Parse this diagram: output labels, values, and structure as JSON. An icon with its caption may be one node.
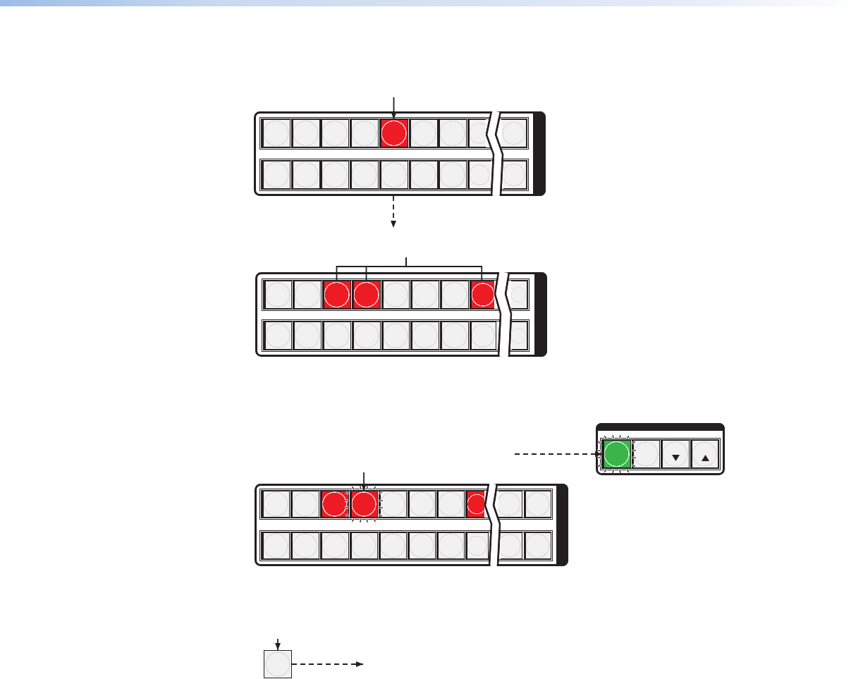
{
  "diagram": {
    "nodes": [
      {
        "text": [],
        "shape": "panel"
      },
      {
        "text": [],
        "shape": "button",
        "in": 0
      },
      {
        "text": [],
        "shape": "button",
        "in": 0
      },
      {
        "text": [],
        "shape": "button",
        "in": 0
      },
      {
        "text": [],
        "shape": "button",
        "in": 0
      },
      {
        "text": [],
        "shape": "button",
        "in": 0
      },
      {
        "text": [],
        "shape": "button",
        "in": 0
      },
      {
        "text": [],
        "shape": "button",
        "in": 0
      },
      {
        "text": [],
        "shape": "button",
        "in": 0
      },
      {
        "text": [],
        "shape": "button",
        "in": 0
      },
      {
        "text": [],
        "shape": "button",
        "in": 0
      },
      {
        "text": [],
        "shape": "button",
        "in": 0
      },
      {
        "text": [],
        "shape": "button",
        "in": 0
      },
      {
        "text": [],
        "shape": "button",
        "in": 0
      },
      {
        "text": [],
        "shape": "button",
        "in": 0
      },
      {
        "text": [],
        "shape": "button",
        "in": 0
      },
      {
        "text": [],
        "shape": "button",
        "in": 0
      },
      {
        "text": [],
        "shape": "button",
        "in": 0
      },
      {
        "text": [],
        "shape": "button",
        "in": 0
      },
      {
        "text": [],
        "shape": "panel"
      },
      {
        "text": [],
        "shape": "button",
        "in": 19
      },
      {
        "text": [],
        "shape": "button",
        "in": 19
      },
      {
        "text": [],
        "shape": "button",
        "in": 19
      },
      {
        "text": [],
        "shape": "button",
        "in": 19
      },
      {
        "text": [],
        "shape": "button",
        "in": 19
      },
      {
        "text": [],
        "shape": "button",
        "in": 19
      },
      {
        "text": [],
        "shape": "button",
        "in": 19
      },
      {
        "text": [],
        "shape": "button",
        "in": 19
      },
      {
        "text": [],
        "shape": "button",
        "in": 19
      },
      {
        "text": [],
        "shape": "button",
        "in": 19
      },
      {
        "text": [],
        "shape": "button",
        "in": 19
      },
      {
        "text": [],
        "shape": "button",
        "in": 19
      },
      {
        "text": [],
        "shape": "button",
        "in": 19
      },
      {
        "text": [],
        "shape": "button",
        "in": 19
      },
      {
        "text": [],
        "shape": "button",
        "in": 19
      },
      {
        "text": [],
        "shape": "button",
        "in": 19
      },
      {
        "text": [],
        "shape": "button",
        "in": 19
      },
      {
        "text": [],
        "shape": "button",
        "in": 19
      },
      {
        "text": [],
        "shape": "panel"
      },
      {
        "text": [],
        "shape": "button",
        "in": 38
      },
      {
        "text": [],
        "shape": "button",
        "in": 38
      },
      {
        "text": [],
        "shape": "button",
        "in": 38
      },
      {
        "text": [],
        "shape": "button",
        "in": 38
      },
      {
        "text": [],
        "shape": "panel"
      },
      {
        "text": [],
        "shape": "button",
        "in": 43
      },
      {
        "text": [],
        "shape": "button",
        "in": 43
      },
      {
        "text": [],
        "shape": "button",
        "in": 43
      },
      {
        "text": [],
        "shape": "button",
        "in": 43
      },
      {
        "text": [],
        "shape": "button",
        "in": 43
      },
      {
        "text": [],
        "shape": "button",
        "in": 43
      },
      {
        "text": [],
        "shape": "button",
        "in": 43
      },
      {
        "text": [],
        "shape": "button",
        "in": 43
      },
      {
        "text": [],
        "shape": "button",
        "in": 43
      },
      {
        "text": [],
        "shape": "button",
        "in": 43
      },
      {
        "text": [],
        "shape": "button",
        "in": 43
      },
      {
        "text": [],
        "shape": "button",
        "in": 43
      },
      {
        "text": [],
        "shape": "button",
        "in": 43
      },
      {
        "text": [],
        "shape": "button",
        "in": 43
      },
      {
        "text": [],
        "shape": "button",
        "in": 43
      },
      {
        "text": [],
        "shape": "button",
        "in": 43
      },
      {
        "text": [],
        "shape": "button",
        "in": 43
      },
      {
        "text": [],
        "shape": "button",
        "in": 43
      },
      {
        "text": [],
        "shape": "button",
        "in": 43
      },
      {
        "text": [],
        "shape": "button",
        "in": 43
      },
      {
        "text": [],
        "shape": "button"
      }
    ],
    "edges": [
      {
        "from": null,
        "to": 5,
        "arrow": "to"
      },
      {
        "from": 0,
        "to": null,
        "arrow": "to",
        "style": "dashed"
      },
      {
        "from": null,
        "to": 22,
        "arrow": "none"
      },
      {
        "from": null,
        "to": 23,
        "arrow": "none"
      },
      {
        "from": null,
        "to": 27,
        "arrow": "none"
      },
      {
        "from": null,
        "to": 47,
        "arrow": "to"
      },
      {
        "from": null,
        "to": 39,
        "arrow": "to",
        "style": "dashed"
      },
      {
        "from": null,
        "to": 64,
        "arrow": "to"
      },
      {
        "from": 64,
        "to": null,
        "arrow": "to",
        "style": "dashed"
      }
    ]
  }
}
